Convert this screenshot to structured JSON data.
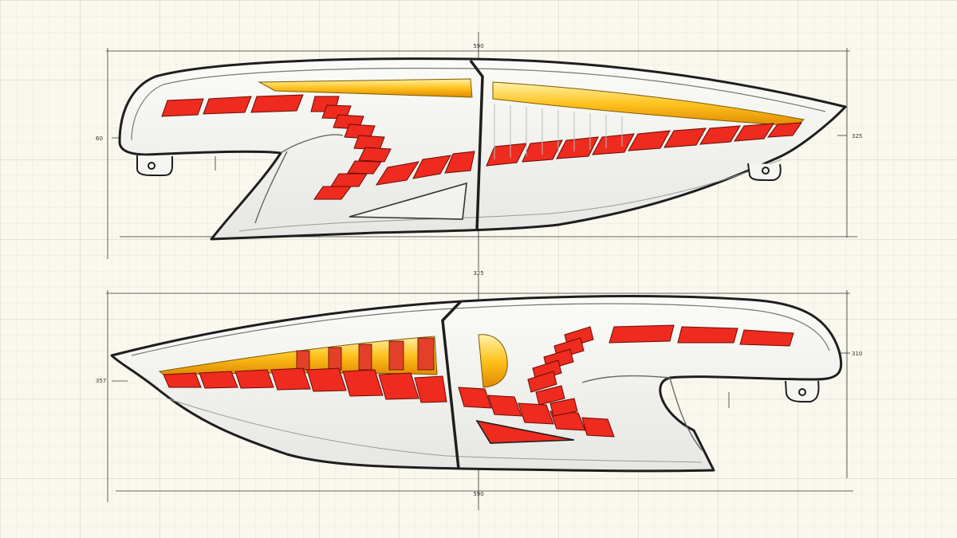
{
  "blueprint": {
    "dimensions": {
      "top_overall_width": "590",
      "top_left_height": "60",
      "top_right_height": "325",
      "bottom_overall_width": "325",
      "bottom_left_height": "357",
      "bottom_right_height": "310",
      "bottom_base_width": "590"
    }
  }
}
